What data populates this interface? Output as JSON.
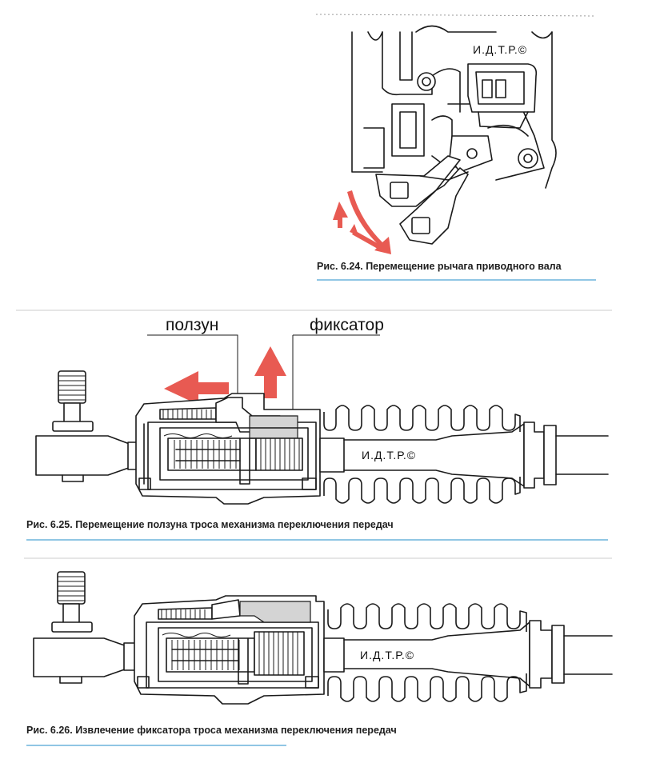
{
  "figure_624": {
    "watermark": "И.Д.Т.Р.©",
    "caption": "Рис. 6.24. Перемещение рычага приводного вала"
  },
  "figure_625": {
    "label_slider": "ползун",
    "label_lock": "фиксатор",
    "watermark": "И.Д.Т.Р.©",
    "caption": "Рис. 6.25. Перемещение ползуна троса механизма переключения передач"
  },
  "figure_626": {
    "watermark": "И.Д.Т.Р.©",
    "caption": "Рис. 6.26. Извлечение фиксатора троса механизма переключения передач"
  },
  "colors": {
    "arrow": "#e85a52",
    "rule": "#6bb4dc",
    "lock_fill": "#d4d4d4"
  }
}
